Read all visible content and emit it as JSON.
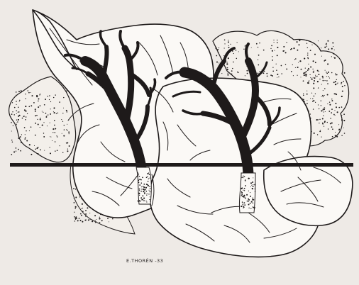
{
  "artwork": {
    "signature": "E.THORÉN -33",
    "colors": {
      "paper": "#eeeae6",
      "ink": "#1e1a1a",
      "sheet": "#fbf9f6"
    },
    "motifs": [
      "stippled-blobs",
      "white-leaf-shapes",
      "branching-dark-trees",
      "fine-vein-lines",
      "horizontal-bar"
    ]
  }
}
